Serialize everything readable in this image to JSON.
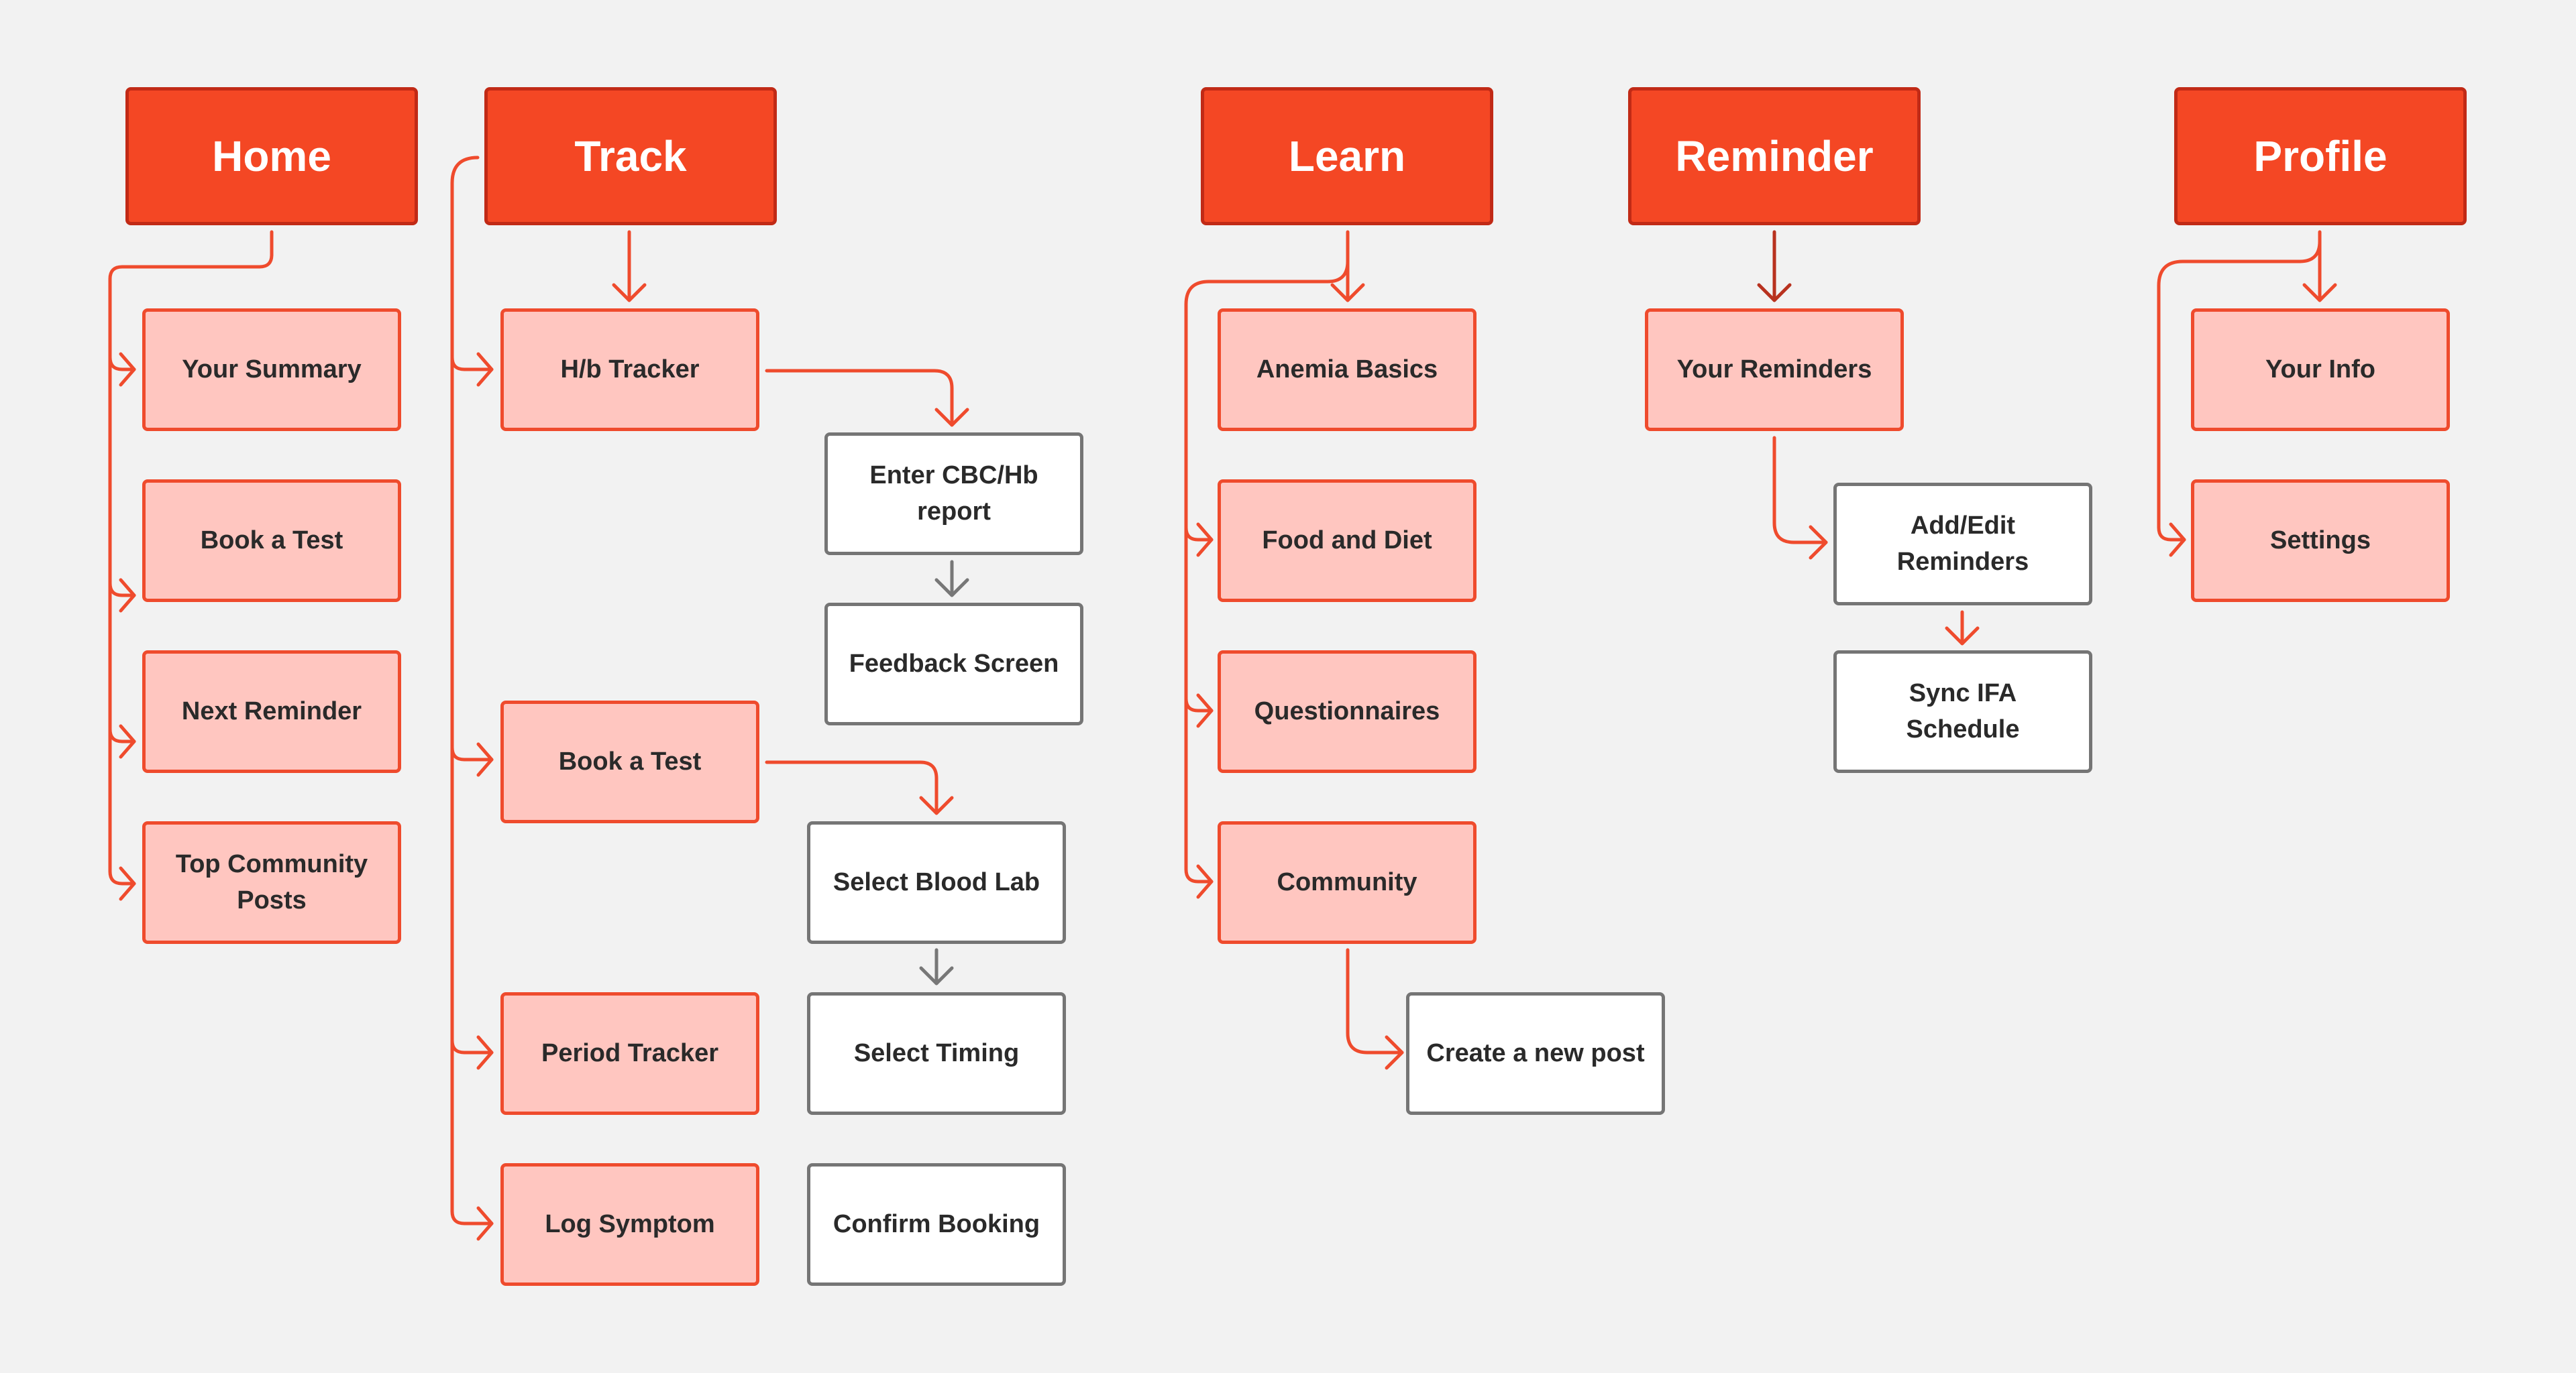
{
  "colors": {
    "background": "#f2f2f2",
    "header_fill": "#f44724",
    "header_border": "#c12a16",
    "sub_fill": "#ffc6c0",
    "sub_border": "#ef4b2d",
    "leaf_fill": "#ffffff",
    "leaf_border": "#757575",
    "connector": "#ef4b2d",
    "connector_dark": "#b8321f",
    "connector_grey": "#777777"
  },
  "home": {
    "title": "Home",
    "items": [
      "Your Summary",
      "Book a Test",
      "Next Reminder",
      "Top Community Posts"
    ]
  },
  "track": {
    "title": "Track",
    "items": [
      "H/b Tracker",
      "Book a Test",
      "Period Tracker",
      "Log Symptom"
    ],
    "hb_flow": [
      "Enter CBC/Hb report",
      "Feedback Screen"
    ],
    "booking_flow": [
      "Select Blood Lab",
      "Select Timing",
      "Confirm Booking"
    ]
  },
  "learn": {
    "title": "Learn",
    "items": [
      "Anemia Basics",
      "Food and Diet",
      "Questionnaires",
      "Community"
    ],
    "community_flow": [
      "Create a new post"
    ]
  },
  "reminder": {
    "title": "Reminder",
    "items": [
      "Your Reminders"
    ],
    "flow": [
      "Add/Edit Reminders",
      "Sync IFA Schedule"
    ]
  },
  "profile": {
    "title": "Profile",
    "items": [
      "Your Info",
      "Settings"
    ]
  }
}
